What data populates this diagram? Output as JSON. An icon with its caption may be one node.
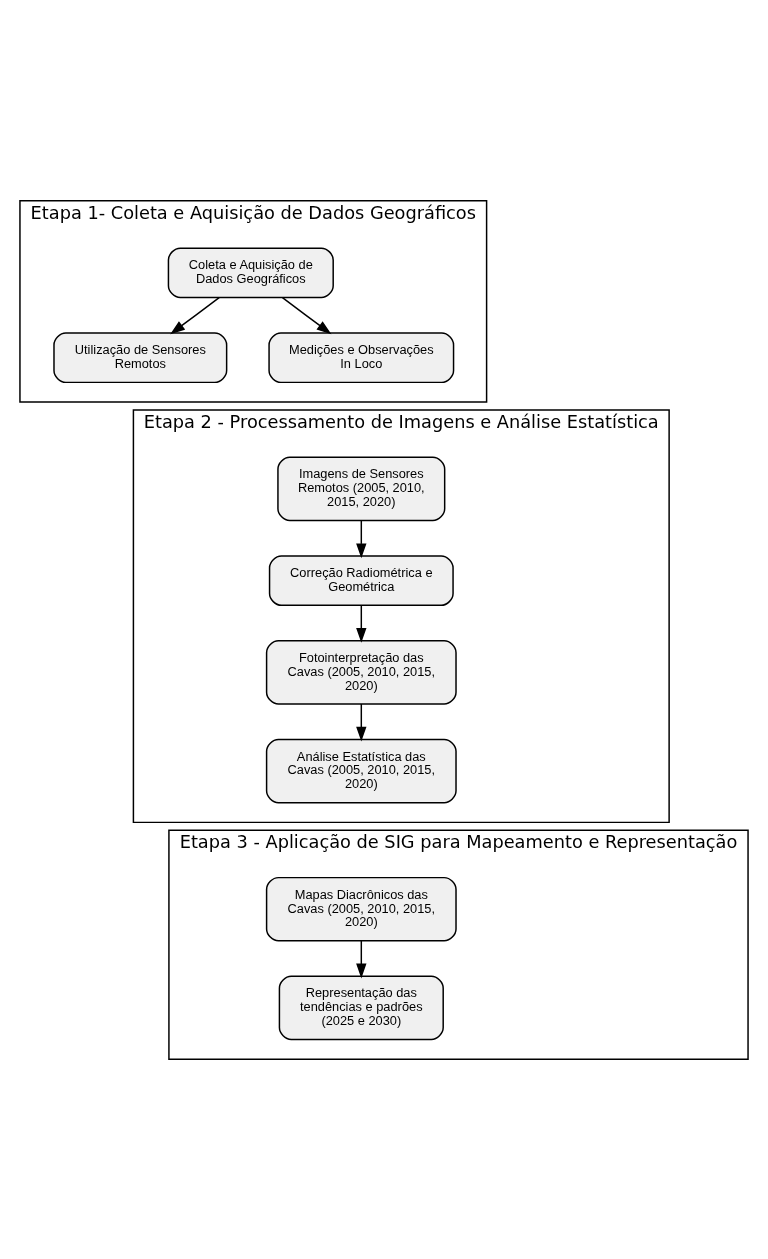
{
  "diagram": {
    "nodes": [
      {
        "text": [
          "Etapa 1- Coleta e Aquisição de Dados Geográficos"
        ]
      },
      {
        "text": [
          "Coleta e Aquisição de Dados Geográficos"
        ],
        "in": 0
      },
      {
        "text": [
          "Utilização de Sensores Remotos"
        ],
        "in": 0
      },
      {
        "text": [
          "Medições e Observações In Loco"
        ],
        "in": 0
      },
      {
        "text": [
          "Etapa 2 - Processamento de Imagens e Análise Estatística"
        ]
      },
      {
        "text": [
          "Imagens de Sensores Remotos (2005, 2010, 2015, 2020)"
        ],
        "in": 4
      },
      {
        "text": [
          "Correção Radiométrica e Geométrica"
        ],
        "in": 4
      },
      {
        "text": [
          "Fotointerpretação das Cavas (2005, 2010, 2015, 2020)"
        ],
        "in": 4
      },
      {
        "text": [
          "Análise Estatística das Cavas (2005, 2010, 2015, 2020)"
        ],
        "in": 4
      },
      {
        "text": [
          "Etapa 3 - Aplicação de SIG para Mapeamento e Representação"
        ]
      },
      {
        "text": [
          "Mapas Diacrônicos das Cavas (2005, 2010, 2015, 2020)"
        ],
        "in": 9
      },
      {
        "text": [
          "Representação das tendências e padrões (2025 e 2030)"
        ],
        "in": 9
      }
    ],
    "edges": [
      {
        "from": 1,
        "to": 2,
        "arrow": "to"
      },
      {
        "from": 1,
        "to": 3,
        "arrow": "to"
      },
      {
        "from": 5,
        "to": 6,
        "arrow": "to"
      },
      {
        "from": 6,
        "to": 7,
        "arrow": "to"
      },
      {
        "from": 7,
        "to": 8,
        "arrow": "to"
      },
      {
        "from": 10,
        "to": 11,
        "arrow": "to"
      }
    ]
  }
}
